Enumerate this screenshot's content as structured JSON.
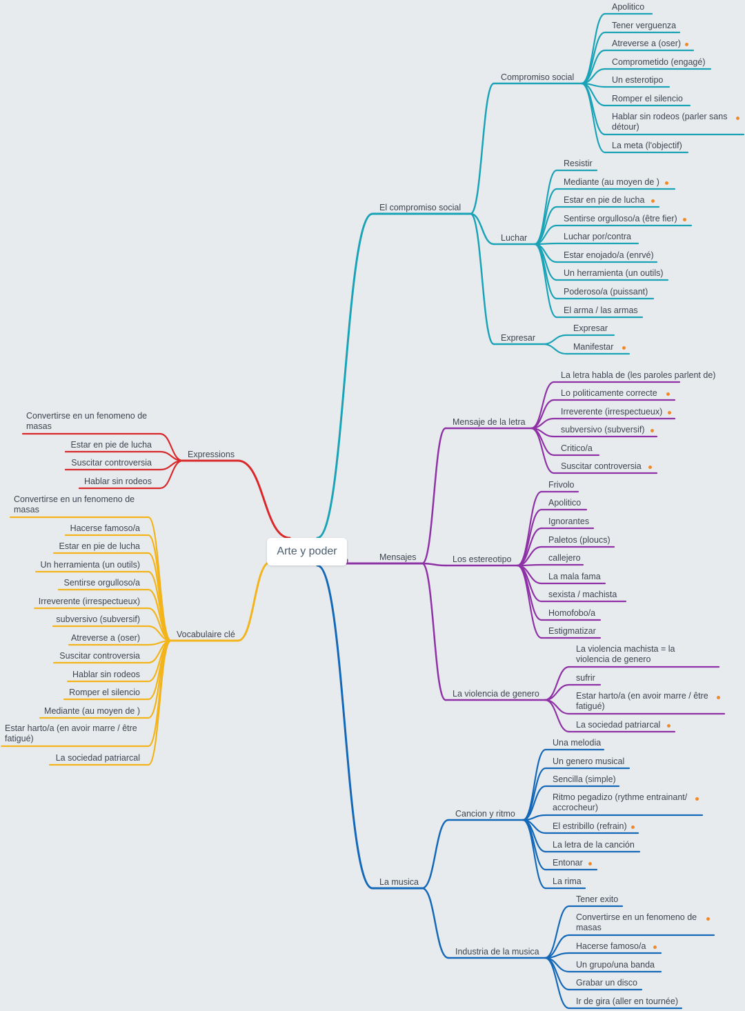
{
  "root": "Arte y poder",
  "colors": {
    "compromiso": "#1aa3b6",
    "mensajes": "#8e31a6",
    "musica": "#1468b8",
    "expressions": "#d9282a",
    "vocabulaire": "#f3b41b",
    "marker": "#ef8a2a"
  },
  "branches": [
    {
      "label": "El compromiso social",
      "color": "compromiso",
      "children": [
        {
          "label": "Compromiso social",
          "children": [
            {
              "label": "Apolitico",
              "marked": false
            },
            {
              "label": "Tener verguenza",
              "marked": false
            },
            {
              "label": "Atreverse a (oser)",
              "marked": true
            },
            {
              "label": "Comprometido (engagé)",
              "marked": false
            },
            {
              "label": "Un esterotipo",
              "marked": false
            },
            {
              "label": "Romper el silencio",
              "marked": false
            },
            {
              "label": "Hablar sin rodeos (parler sans détour)",
              "marked": true
            },
            {
              "label": "La meta (l'objectif)",
              "marked": false
            }
          ]
        },
        {
          "label": "Luchar",
          "children": [
            {
              "label": "Resistir",
              "marked": false
            },
            {
              "label": "Mediante (au moyen de )",
              "marked": true
            },
            {
              "label": "Estar en pie de lucha",
              "marked": true
            },
            {
              "label": "Sentirse orgulloso/a (être fier)",
              "marked": true
            },
            {
              "label": "Luchar por/contra",
              "marked": false
            },
            {
              "label": "Estar enojado/a (enrvé)",
              "marked": false
            },
            {
              "label": "Un herramienta (un outils)",
              "marked": false
            },
            {
              "label": "Poderoso/a (puissant)",
              "marked": false
            },
            {
              "label": "El arma / las armas",
              "marked": false
            }
          ]
        },
        {
          "label": "Expresar",
          "children": [
            {
              "label": "Expresar",
              "marked": false
            },
            {
              "label": "Manifestar",
              "marked": true
            }
          ]
        }
      ]
    },
    {
      "label": "Mensajes",
      "color": "mensajes",
      "children": [
        {
          "label": "Mensaje de la letra",
          "children": [
            {
              "label": "La letra habla de (les paroles parlent de)",
              "marked": false
            },
            {
              "label": "Lo politicamente correcte",
              "marked": true
            },
            {
              "label": "Irreverente (irrespectueux)",
              "marked": true
            },
            {
              "label": "subversivo (subversif)",
              "marked": true
            },
            {
              "label": "Critico/a",
              "marked": false
            },
            {
              "label": "Suscitar controversia",
              "marked": true
            }
          ]
        },
        {
          "label": "Los estereotipo",
          "children": [
            {
              "label": "Frivolo",
              "marked": false
            },
            {
              "label": "Apolitico",
              "marked": false
            },
            {
              "label": "Ignorantes",
              "marked": false
            },
            {
              "label": "Paletos (ploucs)",
              "marked": false
            },
            {
              "label": "callejero",
              "marked": false
            },
            {
              "label": "La mala fama",
              "marked": false
            },
            {
              "label": "sexista / machista",
              "marked": false
            },
            {
              "label": "Homofobo/a",
              "marked": false
            },
            {
              "label": "Estigmatizar",
              "marked": false
            }
          ]
        },
        {
          "label": "La violencia de genero",
          "children": [
            {
              "label": "La violencia machista = la violencia de genero",
              "marked": false
            },
            {
              "label": "sufrir",
              "marked": false
            },
            {
              "label": "Estar harto/a (en avoir marre / être fatigué)",
              "marked": true
            },
            {
              "label": "La sociedad patriarcal",
              "marked": true
            }
          ]
        }
      ]
    },
    {
      "label": "La musica",
      "color": "musica",
      "children": [
        {
          "label": "Cancion y ritmo",
          "children": [
            {
              "label": "Una melodia",
              "marked": false
            },
            {
              "label": "Un genero musical",
              "marked": false
            },
            {
              "label": "Sencilla (simple)",
              "marked": false
            },
            {
              "label": "Ritmo pegadizo (rythme entrainant/ accrocheur)",
              "marked": true
            },
            {
              "label": "El estribillo (refrain)",
              "marked": true
            },
            {
              "label": "La letra de la canción",
              "marked": false
            },
            {
              "label": "Entonar",
              "marked": true
            },
            {
              "label": "La rima",
              "marked": false
            }
          ]
        },
        {
          "label": "Industria de la musica",
          "children": [
            {
              "label": "Tener exito",
              "marked": false
            },
            {
              "label": "Convertirse en un fenomeno de masas",
              "marked": true
            },
            {
              "label": "Hacerse famoso/a",
              "marked": true
            },
            {
              "label": "Un grupo/una banda",
              "marked": false
            },
            {
              "label": "Grabar un disco",
              "marked": false
            },
            {
              "label": "Ir de gira (aller en tournée)",
              "marked": false
            }
          ]
        }
      ]
    },
    {
      "label": "Expressions",
      "color": "expressions",
      "children": [
        {
          "label": "Convertirse en un fenomeno de masas",
          "marked": false
        },
        {
          "label": "Estar en pie de lucha",
          "marked": false
        },
        {
          "label": "Suscitar controversia",
          "marked": false
        },
        {
          "label": "Hablar sin rodeos",
          "marked": false
        }
      ]
    },
    {
      "label": "Vocabulaire clé",
      "color": "vocabulaire",
      "children": [
        {
          "label": "Convertirse en un fenomeno de masas",
          "marked": false
        },
        {
          "label": "Hacerse famoso/a",
          "marked": false
        },
        {
          "label": "Estar en pie de lucha",
          "marked": false
        },
        {
          "label": "Un herramienta (un outils)",
          "marked": false
        },
        {
          "label": "Sentirse orgulloso/a",
          "marked": false
        },
        {
          "label": "Irreverente (irrespectueux)",
          "marked": false
        },
        {
          "label": "subversivo (subversif)",
          "marked": false
        },
        {
          "label": "Atreverse a (oser)",
          "marked": false
        },
        {
          "label": "Suscitar controversia",
          "marked": false
        },
        {
          "label": "Hablar sin rodeos",
          "marked": false
        },
        {
          "label": "Romper el silencio",
          "marked": false
        },
        {
          "label": "Mediante (au moyen de )",
          "marked": false
        },
        {
          "label": "Estar harto/a (en avoir marre / être fatigué)",
          "marked": false
        },
        {
          "label": "La sociedad patriarcal",
          "marked": false
        }
      ]
    }
  ]
}
